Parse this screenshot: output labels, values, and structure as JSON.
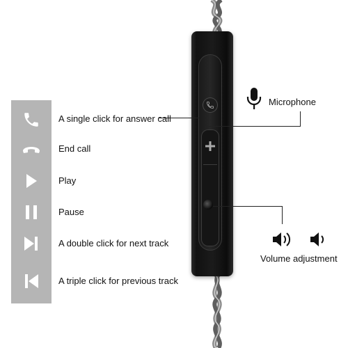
{
  "functions": [
    {
      "icon": "phone-answer-icon",
      "label": "A single click for answer call"
    },
    {
      "icon": "phone-hangup-icon",
      "label": "End call"
    },
    {
      "icon": "play-icon",
      "label": "Play"
    },
    {
      "icon": "pause-icon",
      "label": "Pause"
    },
    {
      "icon": "next-track-icon",
      "label": "A double click for next track"
    },
    {
      "icon": "previous-track-icon",
      "label": "A triple click for previous track"
    }
  ],
  "microphone": {
    "icon": "microphone-icon",
    "label": "Microphone"
  },
  "volume": {
    "icons": [
      "volume-up-icon",
      "volume-down-icon"
    ],
    "label": "Volume adjustment"
  },
  "colors": {
    "strip": "#b5b5b5",
    "icon": "#ffffff",
    "remote": "#161616",
    "cable": "#7a7a7a"
  }
}
